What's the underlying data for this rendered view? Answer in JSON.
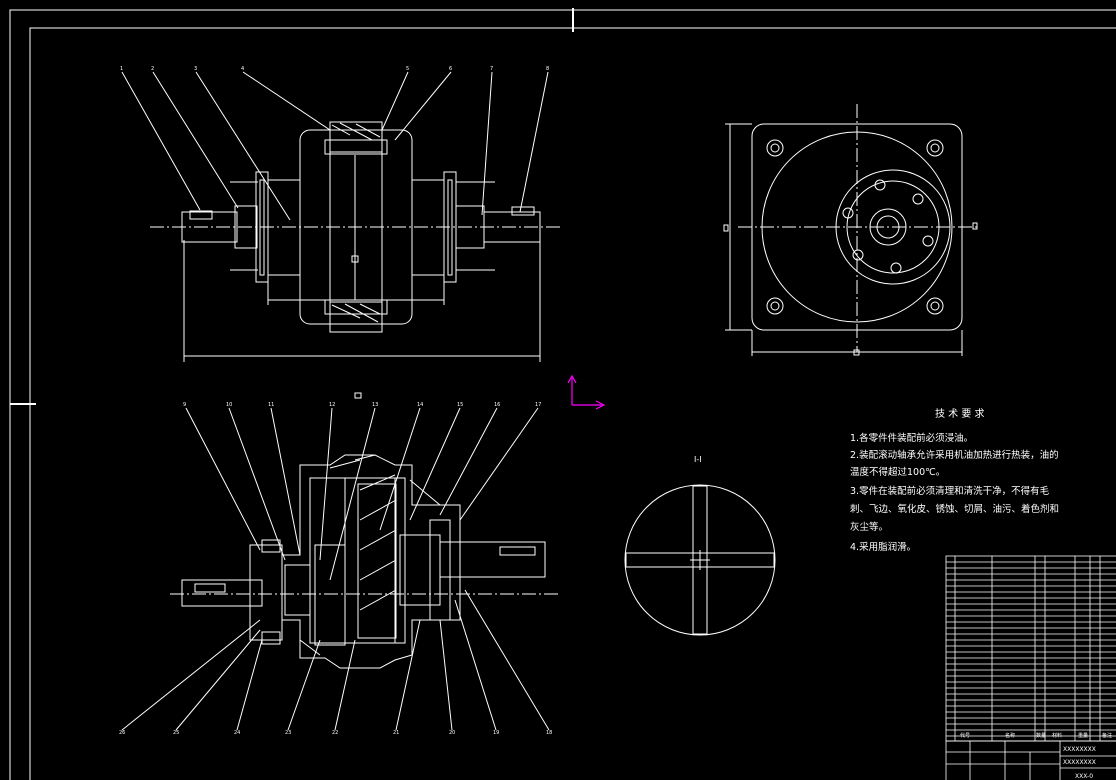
{
  "drawing": {
    "balloons_top": [
      "1",
      "2",
      "3",
      "4",
      "5",
      "6",
      "7",
      "8"
    ],
    "balloons_bottom_top": [
      "9",
      "10",
      "11",
      "12",
      "13",
      "14",
      "15",
      "16",
      "17"
    ],
    "balloons_bottom_low": [
      "26",
      "25",
      "24",
      "23",
      "22",
      "21",
      "20",
      "19",
      "18"
    ],
    "section_label": "I-I",
    "view_mark": "□"
  },
  "tech_req": {
    "title": "技 术 要 求",
    "lines": [
      "1.各零件件装配前必须浸油。",
      "2.装配滚动轴承允许采用机油加热进行热装，油的",
      "温度不得超过100℃。",
      "3.零件在装配前必须清理和清洗干净，不得有毛",
      "刺、飞边、氧化皮、锈蚀、切屑、油污、着色剂和",
      "灰尘等。",
      "4.采用脂润滑。"
    ]
  },
  "title_block": {
    "headers": [
      "代号",
      "名称",
      "数量",
      "材料",
      "重量",
      "备注"
    ],
    "school": "XXXXXXXX",
    "drawing_title": "XXXXXXXX",
    "drawing_no": "XXX-0"
  },
  "colors": {
    "line": "#ffffff",
    "ucs_icon": "#ff00ff",
    "background": "#000000"
  }
}
